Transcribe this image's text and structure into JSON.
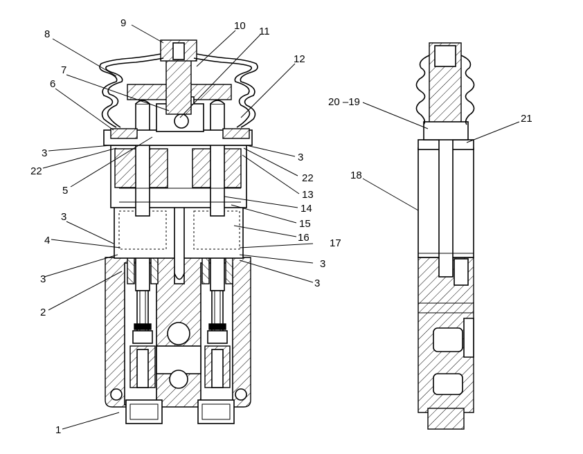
{
  "diagram": {
    "callouts": [
      {
        "id": "c1",
        "text": "1"
      },
      {
        "id": "c2",
        "text": "2"
      },
      {
        "id": "c3a",
        "text": "3"
      },
      {
        "id": "c3b",
        "text": "3"
      },
      {
        "id": "c3c",
        "text": "3"
      },
      {
        "id": "c3d",
        "text": "3"
      },
      {
        "id": "c3e",
        "text": "3"
      },
      {
        "id": "c3f",
        "text": "3"
      },
      {
        "id": "c4",
        "text": "4"
      },
      {
        "id": "c5",
        "text": "5"
      },
      {
        "id": "c6",
        "text": "6"
      },
      {
        "id": "c7",
        "text": "7"
      },
      {
        "id": "c8",
        "text": "8"
      },
      {
        "id": "c9",
        "text": "9"
      },
      {
        "id": "c10",
        "text": "10"
      },
      {
        "id": "c11",
        "text": "11"
      },
      {
        "id": "c12",
        "text": "12"
      },
      {
        "id": "c13",
        "text": "13"
      },
      {
        "id": "c14",
        "text": "14"
      },
      {
        "id": "c15",
        "text": "15"
      },
      {
        "id": "c16",
        "text": "16"
      },
      {
        "id": "c17",
        "text": "17"
      },
      {
        "id": "c18",
        "text": "18"
      },
      {
        "id": "c2019",
        "text": "20 –19"
      },
      {
        "id": "c21",
        "text": "21"
      },
      {
        "id": "c22a",
        "text": "22"
      },
      {
        "id": "c22b",
        "text": "22"
      }
    ]
  }
}
